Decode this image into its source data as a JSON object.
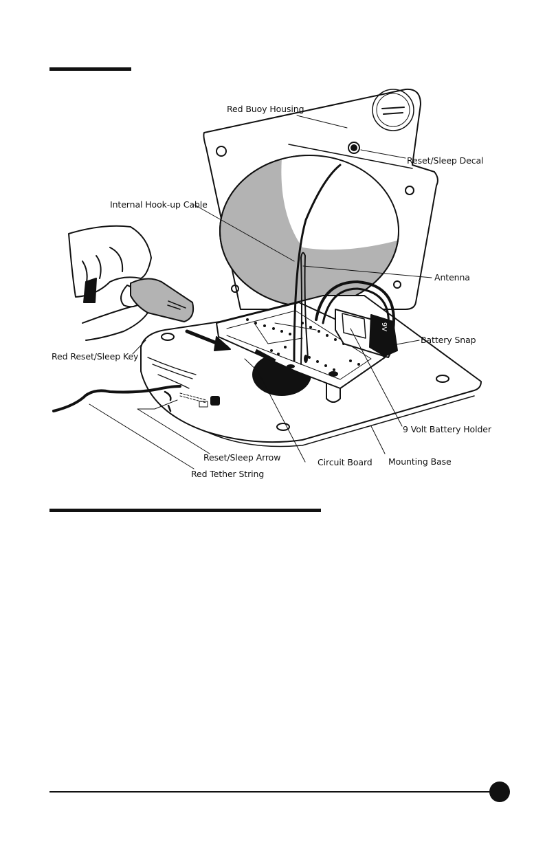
{
  "figure": {
    "callouts": {
      "red_buoy_housing": "Red Buoy Housing",
      "reset_sleep_decal": "Reset/Sleep Decal",
      "internal_hookup_cable": "Internal Hook-up Cable",
      "antenna": "Antenna",
      "battery_snap": "Battery Snap",
      "red_reset_sleep_key": "Red Reset/Sleep Key",
      "nine_volt_battery_holder": "9 Volt Battery Holder",
      "mounting_base": "Mounting Base",
      "circuit_board": "Circuit Board",
      "reset_sleep_arrow": "Reset/Sleep Arrow",
      "red_tether_string": "Red Tether String"
    },
    "battery_label": "9V"
  },
  "colors": {
    "ink": "#111111",
    "shade": "#b3b3b3",
    "paper": "#ffffff"
  }
}
